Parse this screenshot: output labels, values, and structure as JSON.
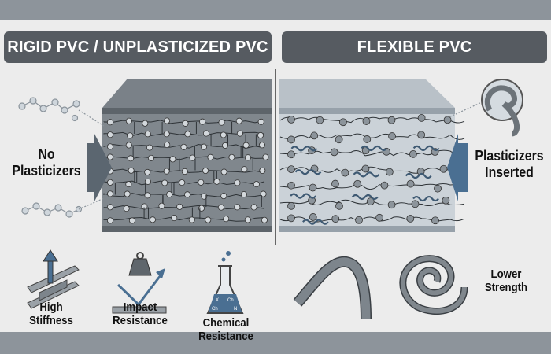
{
  "header_left": "RIGID PVC / UNPLASTICIZED PVC",
  "header_right": "FLEXIBLE PVC",
  "left_arrow_label": [
    "No",
    "Plasticizers"
  ],
  "right_arrow_label": [
    "Plasticizers",
    "Inserted"
  ],
  "properties_rigid": [
    {
      "icon": "i-beam-arrow-icon",
      "lines": [
        "High",
        "Stiffness"
      ]
    },
    {
      "icon": "weight-impact-icon",
      "lines": [
        "Impact",
        "Resistance"
      ]
    },
    {
      "icon": "flask-icon",
      "lines": [
        "Chemical",
        "Resistance"
      ]
    }
  ],
  "properties_flexible": {
    "lines": [
      "Lower",
      "Strength"
    ]
  },
  "flask_text": [
    "X",
    "Ch",
    "Ch",
    "N"
  ],
  "colors": {
    "header": "#565b61",
    "band": "#8d949b",
    "arrow_left": "#5b6670",
    "arrow_right": "#4a6f92",
    "rigid_slab": "#80878d",
    "flex_slab": "#c9d0d6"
  }
}
